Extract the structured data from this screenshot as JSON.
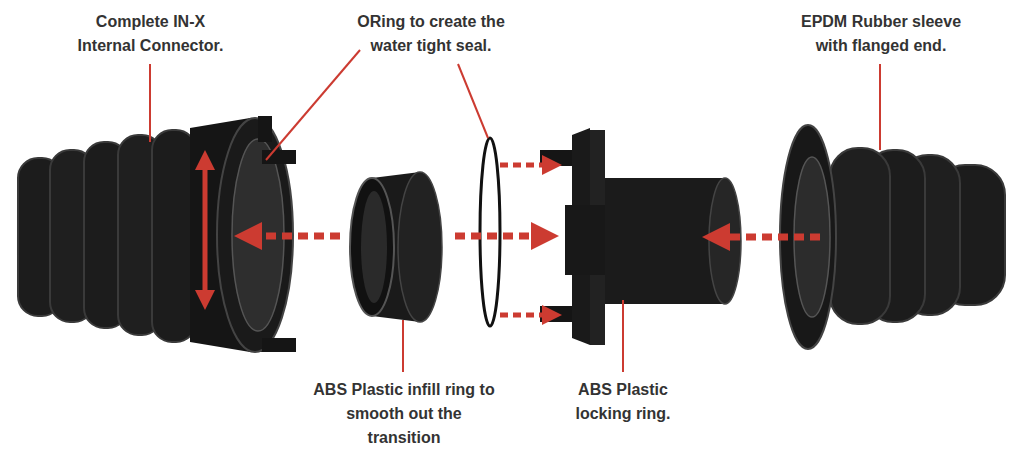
{
  "diagram": {
    "labels": [
      "Complete IN-X Internal Connector.",
      "ORing to create the water tight seal.",
      "EPDM Rubber sleeve with flanged end.",
      "ABS Plastic infill ring to smooth out the transition",
      "ABS Plastic locking ring."
    ]
  }
}
